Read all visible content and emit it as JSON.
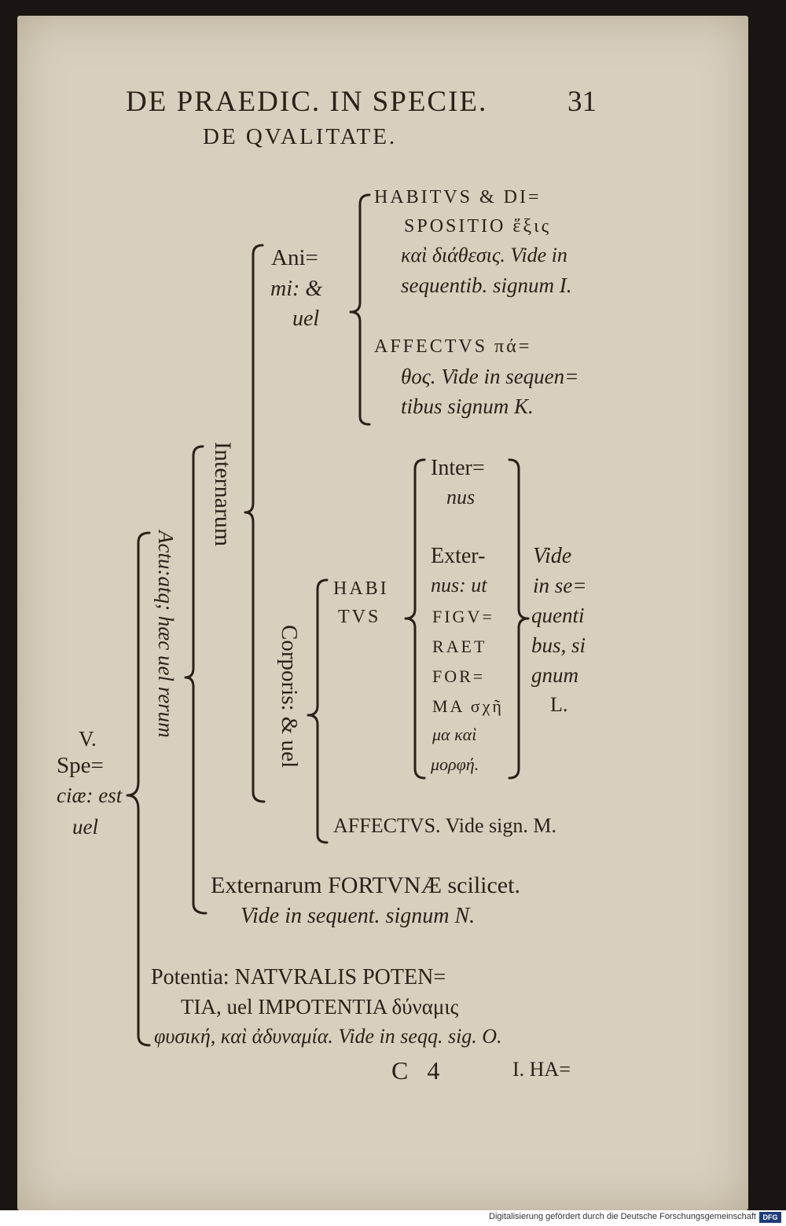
{
  "header": {
    "running_title": "DE PRAEDIC. IN SPECIE.",
    "page_number": "31",
    "subtitle": "DE QVALITATE."
  },
  "root": {
    "line1": "V.",
    "line2": "Spe=",
    "line3": "ciæ: est",
    "line4": "uel"
  },
  "actu_label": "Actu:atq; hæc uel rerum",
  "internarum_label": "Internarum",
  "animi": {
    "line1": "Ani=",
    "line2": "mi: &",
    "line3": "uel"
  },
  "habitus_dispositio": {
    "line1": "HABITVS & DI=",
    "line2": "SPOSITIO ἕξις",
    "line3": "καὶ διάθεσις. Vide in",
    "line4": "sequentib. signum I."
  },
  "affectus_animi": {
    "line1": "AFFECTVS πά=",
    "line2": "θος. Vide in sequen=",
    "line3": "tibus signum K."
  },
  "corporis_label": "Corporis: & uel",
  "habitus_corporis": {
    "line1": "HABI",
    "line2": "TVS"
  },
  "internus": {
    "line1": "Inter=",
    "line2": "nus"
  },
  "externus": {
    "line1": "Exter-",
    "line2": "nus: ut",
    "line3": "FIGV=",
    "line4": "RAET",
    "line5": "FOR=",
    "line6": "MA σχῆ",
    "line7": "μα καὶ",
    "line8": "μορφή."
  },
  "vide_L": {
    "line1": "Vide",
    "line2": "in se=",
    "line3": "quenti",
    "line4": "bus, si",
    "line5": "gnum",
    "line6": "L."
  },
  "affectus_corporis": "AFFECTVS. Vide sign. M.",
  "externarum": {
    "line1": "Externarum FORTVNÆ scilicet.",
    "line2": "Vide in sequent. signum N."
  },
  "potentia": {
    "line1": "Potentia: NATVRALIS POTEN=",
    "line2": "TIA, uel IMPOTENTIA δύναμις",
    "line3": "φυσική, καὶ ἀδυναμία. Vide in seqq. sig. O."
  },
  "signature": {
    "mark": "C 4",
    "catchword": "I. HA="
  },
  "footer": {
    "text": "Digitalisierung gefördert durch die Deutsche Forschungsgemeinschaft",
    "logo": "DFG"
  }
}
